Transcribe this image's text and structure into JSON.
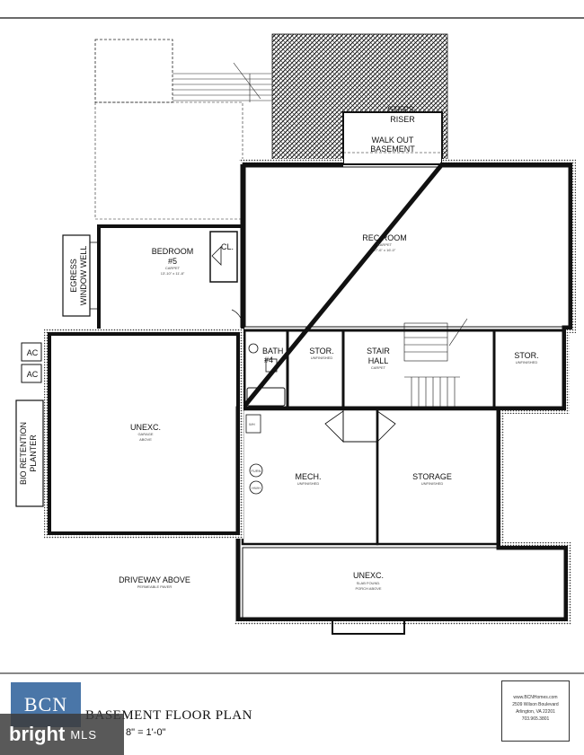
{
  "plan": {
    "title": "BASEMENT FLOOR PLAN",
    "scale": "8\" = 1'-0\""
  },
  "rooms": {
    "rec_room": {
      "name": "REC ROOM",
      "finish": "CARPET",
      "dims": "27'-6\" x 16'-0\""
    },
    "bedroom5": {
      "name": "BEDROOM",
      "num": "#5",
      "finish": "CARPET",
      "dims": "13'-10\" x 11'-8\""
    },
    "closet": {
      "name": "CL."
    },
    "bath4": {
      "name": "BATH",
      "num": "#4"
    },
    "stor1": {
      "name": "STOR.",
      "finish": "UNFINISHED"
    },
    "stair_hall": {
      "name": "STAIR",
      "name2": "HALL",
      "finish": "CARPET"
    },
    "stor2": {
      "name": "STOR.",
      "finish": "UNFINISHED"
    },
    "unexc_garage": {
      "name": "UNEXC.",
      "sub1": "GARAGE",
      "sub2": "ABOVE"
    },
    "mech": {
      "name": "MECH.",
      "finish": "UNFINISHED"
    },
    "storage": {
      "name": "STORAGE",
      "finish": "UNFINISHED"
    },
    "unexc_porch": {
      "name": "UNEXC.",
      "sub1": "SLAB FOUND.",
      "sub2": "PORCH ABOVE"
    },
    "driveway": {
      "name": "DRIVEWAY ABOVE",
      "sub": "PERMEABLE PAVER"
    },
    "walkout": {
      "line1": "WALK OUT",
      "line2": "BASEMENT"
    },
    "steps": {
      "line1": "STEPS",
      "line2": "RISER"
    },
    "egress": {
      "line1": "EGRESS",
      "line2": "WINDOW WELL"
    },
    "bio": {
      "line1": "BIO RETENTION",
      "line2": "PLANTER"
    },
    "ac1": "AC",
    "ac2": "AC",
    "wh": "WH",
    "furn": "FURN",
    "hwh": "HWH"
  },
  "branding": {
    "logo": "BCN",
    "watermark_main": "bright",
    "watermark_sub": "MLS",
    "contact1": "www.BCNHomes.com",
    "contact2": "2509 Wilson Boulevard",
    "contact3": "Arlington, VA 22201",
    "contact4": "703.965.3801"
  }
}
